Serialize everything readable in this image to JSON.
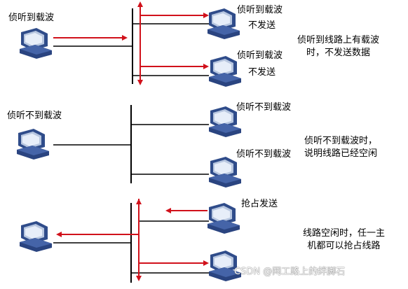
{
  "colors": {
    "bus": "#000000",
    "signal": "#d1111b",
    "computer_body": "#2f4c8a",
    "computer_screen": "#b8c7e0"
  },
  "panels": [
    {
      "id": "panel-1",
      "sender_label": "侦听到载波",
      "receivers": [
        {
          "label": "侦听到载波",
          "status": "不发送"
        },
        {
          "label": "侦听到载波",
          "status": "不发送"
        }
      ],
      "note": [
        "侦听到线路上有载波",
        "时，不发送数据"
      ]
    },
    {
      "id": "panel-2",
      "sender_label": "侦听不到载波",
      "receivers": [
        {
          "label": "侦听不到载波"
        },
        {
          "label": "侦听不到载波"
        }
      ],
      "note": [
        "侦听不到载波时，",
        "说明线路已经空闲"
      ]
    },
    {
      "id": "panel-3",
      "sender_label": "抢占发送",
      "note": [
        "线路空闲时，任一主",
        "机都可以抢占线路"
      ]
    }
  ],
  "watermark": "CSDN @网工路上的绊脚石"
}
